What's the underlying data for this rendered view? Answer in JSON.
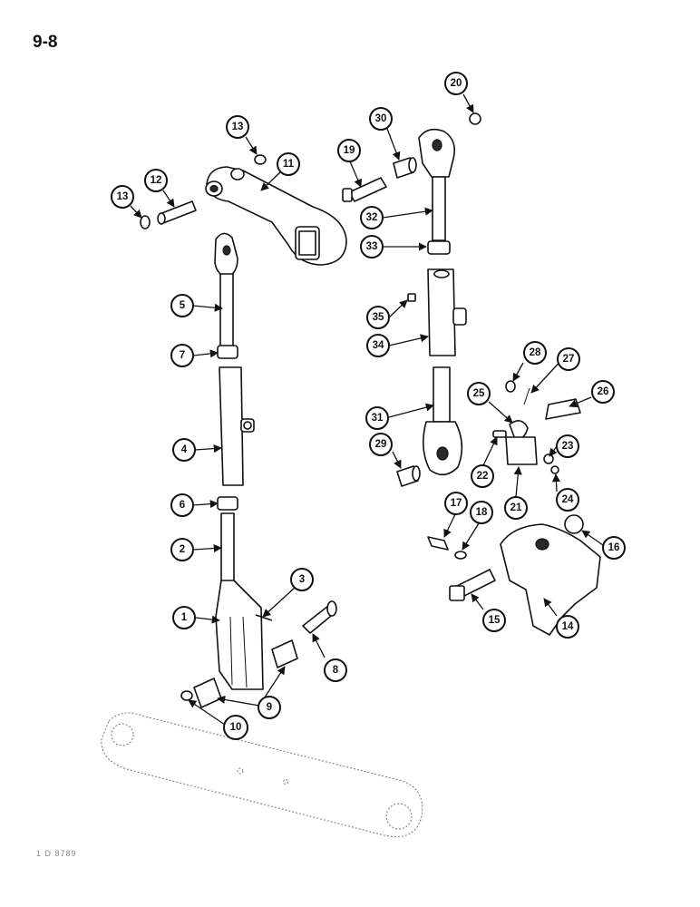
{
  "page_number": "9-8",
  "figure_code": "1 D 8789",
  "callouts": [
    {
      "label": "1"
    },
    {
      "label": "2"
    },
    {
      "label": "3"
    },
    {
      "label": "4"
    },
    {
      "label": "5"
    },
    {
      "label": "6"
    },
    {
      "label": "7"
    },
    {
      "label": "8"
    },
    {
      "label": "9"
    },
    {
      "label": "10"
    },
    {
      "label": "11"
    },
    {
      "label": "12"
    },
    {
      "label": "13"
    },
    {
      "label": "13"
    },
    {
      "label": "14"
    },
    {
      "label": "15"
    },
    {
      "label": "16"
    },
    {
      "label": "17"
    },
    {
      "label": "18"
    },
    {
      "label": "19"
    },
    {
      "label": "20"
    },
    {
      "label": "21"
    },
    {
      "label": "22"
    },
    {
      "label": "23"
    },
    {
      "label": "24"
    },
    {
      "label": "25"
    },
    {
      "label": "26"
    },
    {
      "label": "27"
    },
    {
      "label": "28"
    },
    {
      "label": "29"
    },
    {
      "label": "30"
    },
    {
      "label": "31"
    },
    {
      "label": "32"
    },
    {
      "label": "33"
    },
    {
      "label": "34"
    },
    {
      "label": "35"
    }
  ]
}
